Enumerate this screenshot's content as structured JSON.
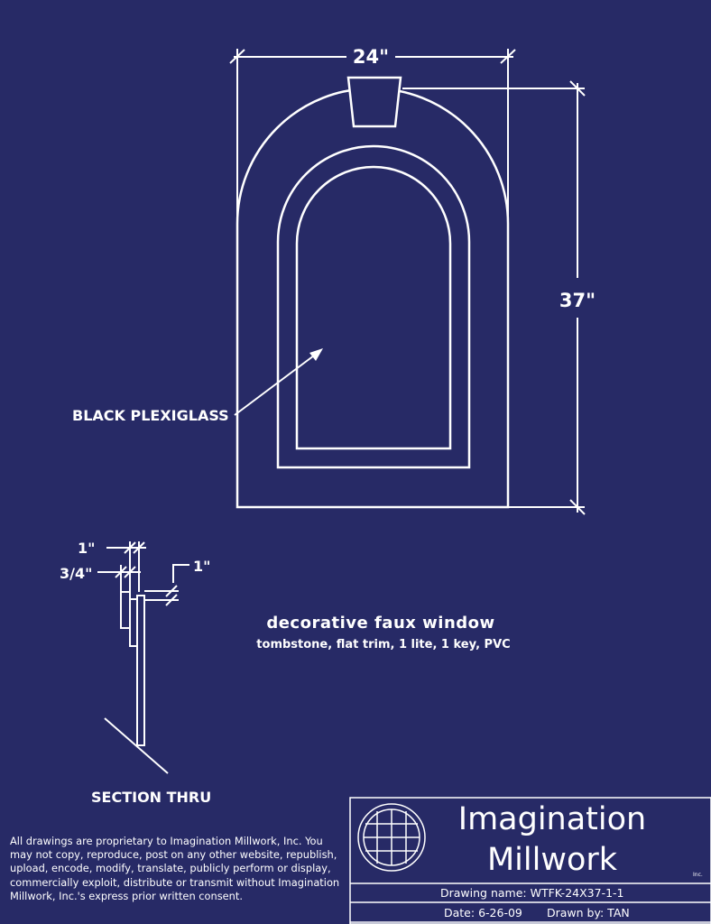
{
  "dimensions": {
    "width": "24\"",
    "height": "37\"",
    "section_top": "1\"",
    "section_thickness": "3/4\"",
    "section_side": "1\""
  },
  "callouts": {
    "glass": "BLACK PLEXIGLASS",
    "section": "SECTION THRU"
  },
  "product": {
    "title": "decorative faux window",
    "subtitle": "tombstone, flat trim, 1 lite, 1 key, PVC"
  },
  "legal_notice": "All drawings are proprietary to Imagination Millwork, Inc. You may not copy, reproduce, post on any other website, republish, upload, encode, modify, translate, publicly perform or display, commercially exploit, distribute or transmit without Imagination Millwork, Inc.'s express prior written consent.",
  "title_block": {
    "company_line1": "Imagination",
    "company_line2": "Millwork",
    "company_suffix": "Inc.",
    "drawing_name_label": "Drawing name:",
    "drawing_name": "WTFK-24X37-1-1",
    "date_label": "Date:",
    "date": "6-26-09",
    "drawn_by_label": "Drawn by:",
    "drawn_by": "TAN"
  },
  "icons": [
    "round-window-logo-icon"
  ],
  "colors": {
    "background": "#272a66",
    "lines": "#ffffff"
  }
}
